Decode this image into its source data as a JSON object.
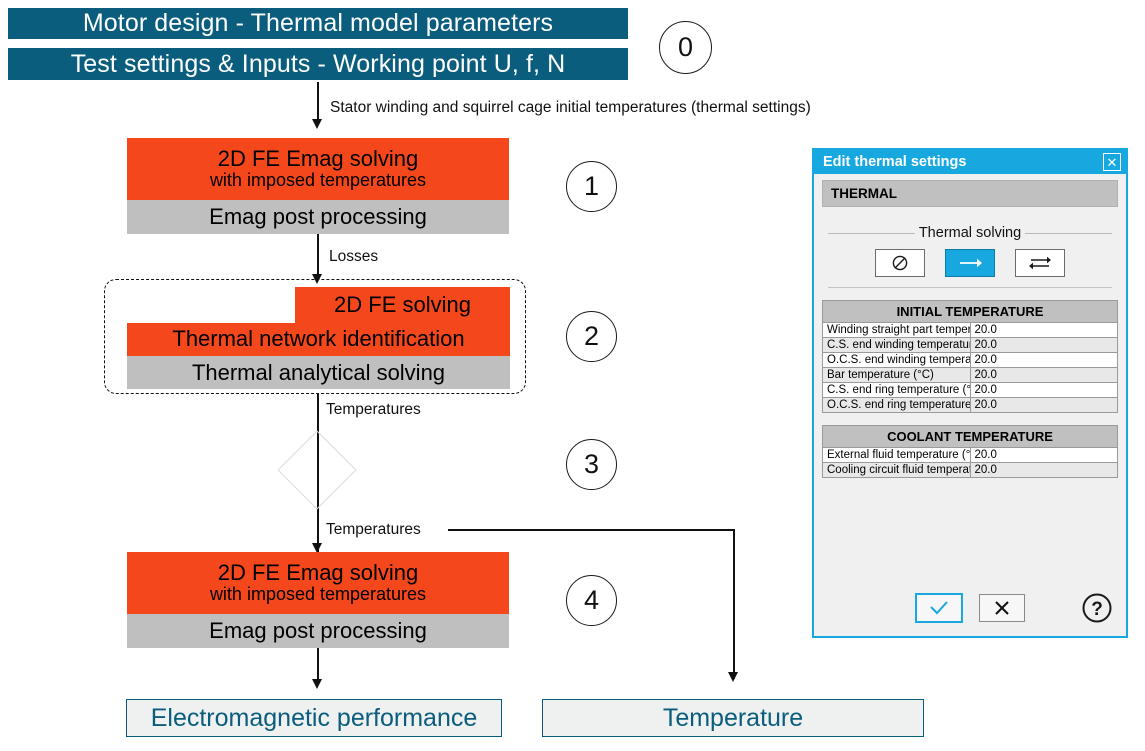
{
  "diagram": {
    "title_bars": [
      {
        "label": "Motor design - Thermal model parameters"
      },
      {
        "label": "Test settings & Inputs - Working point U, f, N"
      }
    ],
    "steps": [
      {
        "number": "0"
      },
      {
        "number": "1"
      },
      {
        "number": "2"
      },
      {
        "number": "3"
      },
      {
        "number": "4"
      }
    ],
    "edge_labels": {
      "init_temps": "Stator winding and squirrel cage initial temperatures (thermal settings)",
      "losses": "Losses",
      "temperatures_1": "Temperatures",
      "temperatures_2": "Temperatures"
    },
    "block1": {
      "title": "2D FE Emag solving",
      "subtitle": "with imposed temperatures",
      "post": "Emag post processing"
    },
    "block2": {
      "fe_solving": "2D FE solving",
      "network_id": "Thermal network identification",
      "analytical": "Thermal analytical solving"
    },
    "block4": {
      "title": "2D FE Emag solving",
      "subtitle": "with imposed temperatures",
      "post": "Emag post processing"
    },
    "outcomes": [
      {
        "label": "Electromagnetic performance"
      },
      {
        "label": "Temperature"
      }
    ],
    "colors": {
      "teal": "#0a5d7c",
      "orange": "#f4471c",
      "gray": "#bfbfbf",
      "dialog_blue": "#17a8e0"
    }
  },
  "dialog": {
    "title": "Edit thermal settings",
    "close_label": "✕",
    "section_header": "THERMAL",
    "fieldset_legend": "Thermal solving",
    "toggles": [
      {
        "name": "no-thermal-solving",
        "glyph": "⊘",
        "selected": false
      },
      {
        "name": "one-way-coupling",
        "glyph": "→",
        "selected": true
      },
      {
        "name": "two-way-coupling",
        "glyph": "⇄",
        "selected": false
      }
    ],
    "initial_temperature": {
      "header": "INITIAL TEMPERATURE",
      "rows": [
        {
          "label": "Winding straight part temperature (°C)",
          "value": "20.0"
        },
        {
          "label": "C.S. end winding temperature (°C)",
          "value": "20.0"
        },
        {
          "label": "O.C.S. end winding temperature (°C)",
          "value": "20.0"
        },
        {
          "label": "Bar temperature (°C)",
          "value": "20.0"
        },
        {
          "label": "C.S. end ring temperature (°C)",
          "value": "20.0"
        },
        {
          "label": "O.C.S. end ring temperature (°C)",
          "value": "20.0"
        }
      ]
    },
    "coolant_temperature": {
      "header": "COOLANT TEMPERATURE",
      "rows": [
        {
          "label": "External fluid temperature (°C)",
          "value": "20.0"
        },
        {
          "label": "Cooling circuit fluid temperature (°C)",
          "value": "20.0"
        }
      ]
    },
    "footer": {
      "ok_label": "✓",
      "cancel_label": "✕",
      "help_label": "?"
    }
  }
}
